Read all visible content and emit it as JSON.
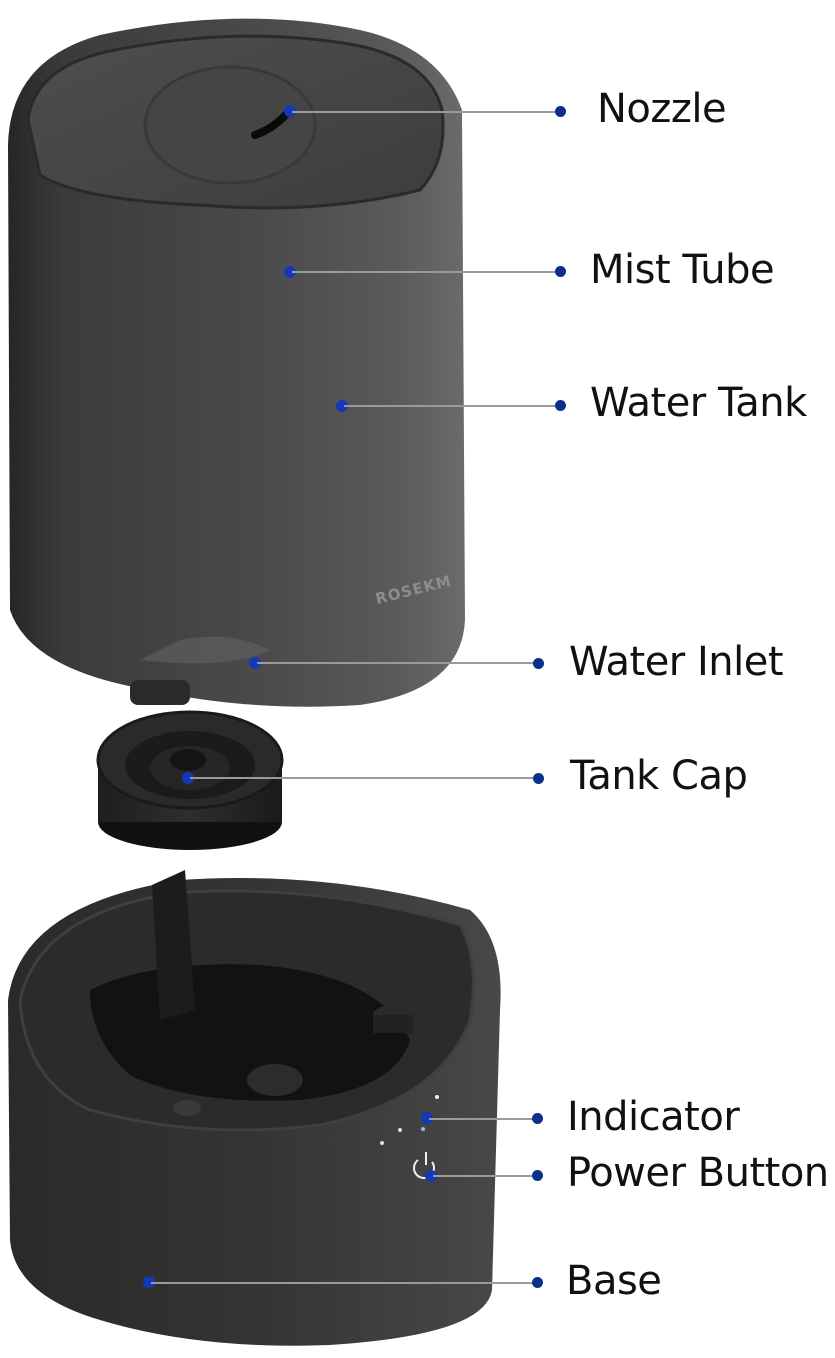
{
  "diagram": {
    "subject": "Ultrasonic humidifier exploded view",
    "brand_mark": "ROSEKM",
    "colors": {
      "callout_dot": "#0d2f8c",
      "anchor_dot": "#1638b8",
      "leader_line": "#9a9a9a",
      "label_text": "#111111",
      "body": "#3a3a3a"
    },
    "labels": [
      {
        "id": "nozzle",
        "text": "Nozzle"
      },
      {
        "id": "mist-tube",
        "text": "Mist Tube"
      },
      {
        "id": "water-tank",
        "text": "Water Tank"
      },
      {
        "id": "water-inlet",
        "text": "Water Inlet"
      },
      {
        "id": "tank-cap",
        "text": "Tank Cap"
      },
      {
        "id": "indicator",
        "text": "Indicator"
      },
      {
        "id": "power-button",
        "text": "Power Button"
      },
      {
        "id": "base",
        "text": "Base"
      }
    ]
  }
}
